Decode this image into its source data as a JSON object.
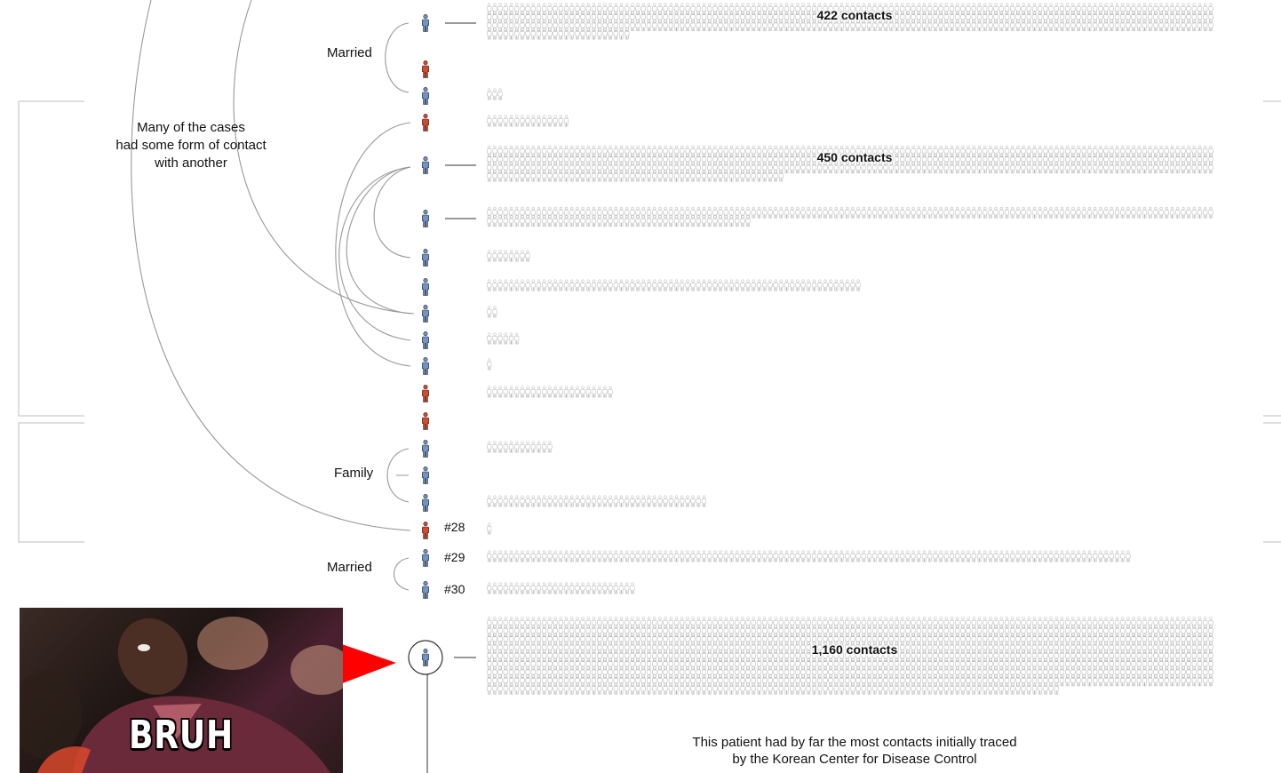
{
  "annotations": {
    "married_top": "Married",
    "family": "Family",
    "married_bottom": "Married",
    "contact_note": [
      "Many of the cases",
      "had some form of contact",
      "with another"
    ],
    "bottom_note": [
      "This patient had by far the most contacts initially traced",
      "by the Korean Center for Disease Control"
    ]
  },
  "patient_labels": [
    "#28",
    "#29",
    "#30"
  ],
  "meme": {
    "caption": "BRUH"
  },
  "colors": {
    "male": "#6f95c7",
    "female": "#d9482b",
    "contact_stroke": "#a8a8a8",
    "arc": "#999999",
    "arrow": "#ff0000"
  },
  "chart_data": {
    "type": "pictogram",
    "patients": [
      {
        "sex": "male",
        "contacts": 422,
        "label": "422 contacts"
      },
      {
        "sex": "female",
        "contacts": 0
      },
      {
        "sex": "male",
        "contacts": 3
      },
      {
        "sex": "female",
        "contacts": 15
      },
      {
        "sex": "male",
        "contacts": 450,
        "label": "450 contacts"
      },
      {
        "sex": "male",
        "contacts": 180
      },
      {
        "sex": "male",
        "contacts": 8
      },
      {
        "sex": "male",
        "contacts": 68
      },
      {
        "sex": "male",
        "contacts": 2
      },
      {
        "sex": "male",
        "contacts": 6
      },
      {
        "sex": "male",
        "contacts": 1
      },
      {
        "sex": "female",
        "contacts": 23
      },
      {
        "sex": "female",
        "contacts": 0
      },
      {
        "sex": "male",
        "contacts": 12
      },
      {
        "sex": "male",
        "contacts": 0
      },
      {
        "sex": "male",
        "contacts": 40
      },
      {
        "sex": "female",
        "contacts": 1,
        "id": "#28"
      },
      {
        "sex": "male",
        "contacts": 117,
        "id": "#29"
      },
      {
        "sex": "male",
        "contacts": 27,
        "id": "#30"
      },
      {
        "sex": "male",
        "contacts": 1160,
        "label": "1,160 contacts",
        "highlight": true
      }
    ]
  }
}
